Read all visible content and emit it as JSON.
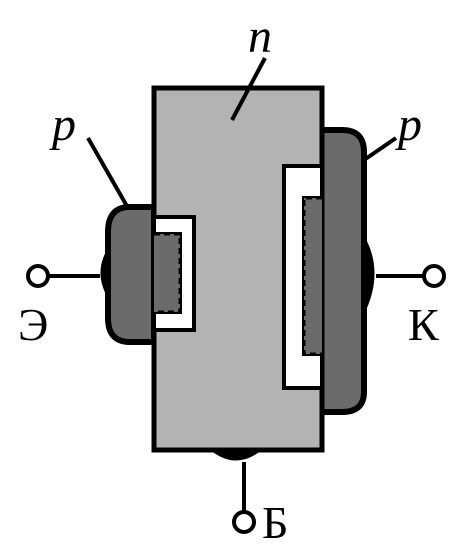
{
  "labels": {
    "base_region": "n",
    "emitter_region": "p",
    "collector_region": "p",
    "emitter_terminal": "Э",
    "collector_terminal": "К",
    "base_terminal": "Б"
  },
  "colors": {
    "n_region": "#b3b3b3",
    "p_region": "#6b6b6b",
    "contact": "#000000",
    "junction": "#ffffff",
    "outline": "#000000",
    "background": "#ffffff"
  }
}
